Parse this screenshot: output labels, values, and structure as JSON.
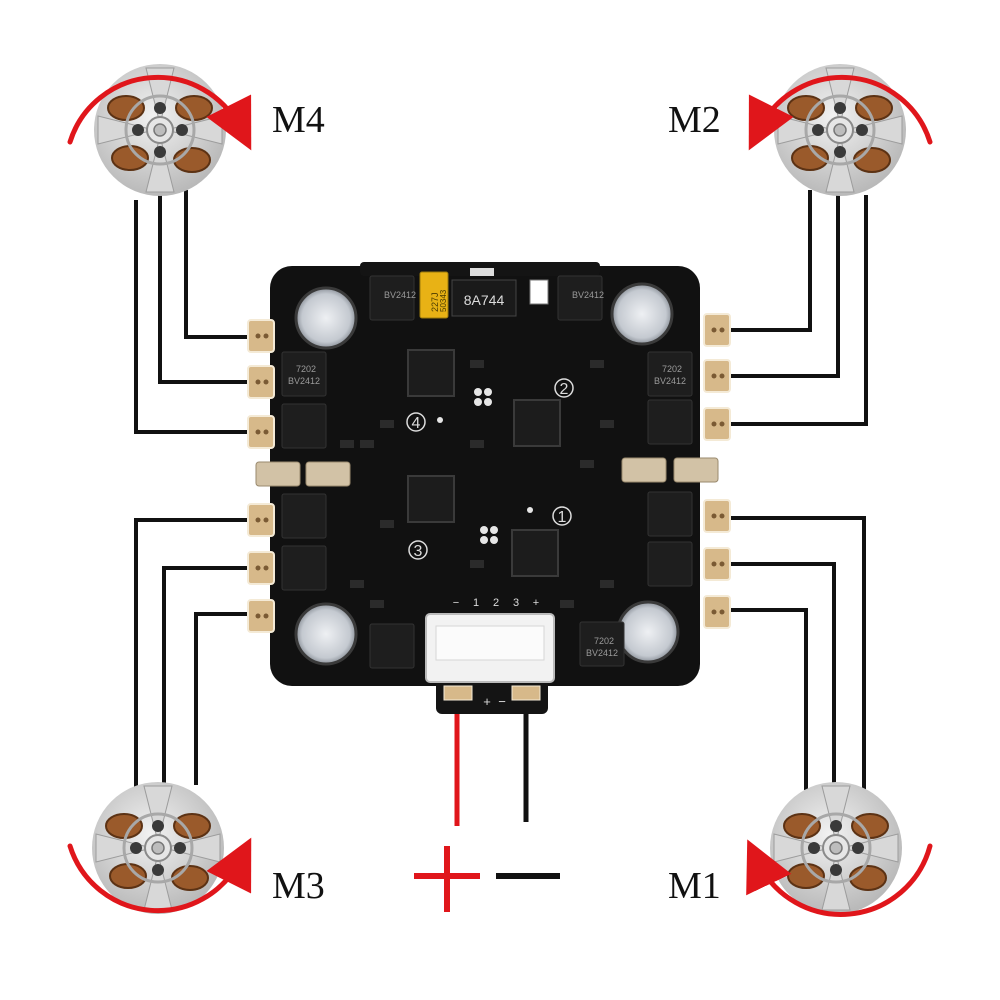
{
  "motors": [
    {
      "id": "m4",
      "label": "M4",
      "rotation": "cw",
      "arrow_color": "#e0161b"
    },
    {
      "id": "m2",
      "label": "M2",
      "rotation": "ccw",
      "arrow_color": "#e0161b"
    },
    {
      "id": "m3",
      "label": "M3",
      "rotation": "ccw",
      "arrow_color": "#e0161b"
    },
    {
      "id": "m1",
      "label": "M1",
      "rotation": "cw",
      "arrow_color": "#e0161b"
    }
  ],
  "power": {
    "positive_symbol": "+",
    "negative_symbol": "−",
    "positive_color": "#e0161b",
    "negative_color": "#111111"
  },
  "board": {
    "esc_markings": [
      "7202",
      "BV2412"
    ],
    "capacitor_marking": "227J",
    "capacitor_code": "50343",
    "regulator_marking": "8A744",
    "connector_pin_labels": [
      "−",
      "1",
      "2",
      "3",
      "+"
    ],
    "pad_labels": [
      "+",
      "−"
    ],
    "channel_numbers": [
      "1",
      "2",
      "3",
      "4"
    ],
    "colors": {
      "pcb": "#111111",
      "pad": "#d7b98a",
      "wire": "#111111",
      "hole": "#c9cdd3"
    }
  }
}
